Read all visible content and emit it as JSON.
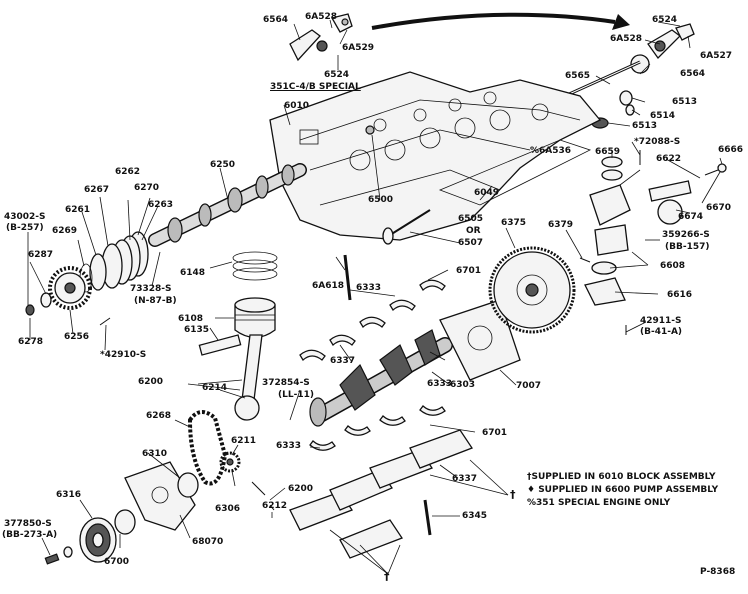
{
  "figure_id": "P-8368",
  "labels": [
    {
      "id": "l6564a",
      "text": "6564"
    },
    {
      "id": "l6A528a",
      "text": "6A528"
    },
    {
      "id": "l6A529",
      "text": "6A529"
    },
    {
      "id": "l6524a",
      "text": "6524"
    },
    {
      "id": "l351c",
      "text": "351C-4/B SPECIAL"
    },
    {
      "id": "l6524b",
      "text": "6524"
    },
    {
      "id": "l6A528b",
      "text": "6A528"
    },
    {
      "id": "l6A527",
      "text": "6A527"
    },
    {
      "id": "l6565",
      "text": "6565"
    },
    {
      "id": "l6564b",
      "text": "6564"
    },
    {
      "id": "l6513a",
      "text": "6513"
    },
    {
      "id": "l6514",
      "text": "6514"
    },
    {
      "id": "l6513b",
      "text": "6513"
    },
    {
      "id": "l6010",
      "text": "6010"
    },
    {
      "id": "l6A536",
      "text": "%6A536"
    },
    {
      "id": "l72088",
      "text": "*72088-S"
    },
    {
      "id": "l6659",
      "text": "6659"
    },
    {
      "id": "l6622",
      "text": "6622"
    },
    {
      "id": "l6666",
      "text": "6666"
    },
    {
      "id": "l6250",
      "text": "6250"
    },
    {
      "id": "l6262",
      "text": "6262"
    },
    {
      "id": "l6267",
      "text": "6267"
    },
    {
      "id": "l6270",
      "text": "6270"
    },
    {
      "id": "l6261",
      "text": "6261"
    },
    {
      "id": "l6263",
      "text": "6263"
    },
    {
      "id": "l43002",
      "text": "43002-S"
    },
    {
      "id": "lB257",
      "text": "(B-257)"
    },
    {
      "id": "l6269",
      "text": "6269"
    },
    {
      "id": "l6500",
      "text": "6500"
    },
    {
      "id": "l6049",
      "text": "6049"
    },
    {
      "id": "l6674",
      "text": "6674"
    },
    {
      "id": "l6670",
      "text": "6670"
    },
    {
      "id": "l6505",
      "text": "6505"
    },
    {
      "id": "lOR",
      "text": "OR"
    },
    {
      "id": "l6507",
      "text": "6507"
    },
    {
      "id": "l6375",
      "text": "6375"
    },
    {
      "id": "l6379",
      "text": "6379"
    },
    {
      "id": "l359266",
      "text": "359266-S"
    },
    {
      "id": "lBB157",
      "text": "(BB-157)"
    },
    {
      "id": "l6287",
      "text": "6287"
    },
    {
      "id": "l6148",
      "text": "6148"
    },
    {
      "id": "l73328",
      "text": "73328-S"
    },
    {
      "id": "lN87B",
      "text": "(N-87-B)"
    },
    {
      "id": "l6A618",
      "text": "6A618"
    },
    {
      "id": "l6333a",
      "text": "6333"
    },
    {
      "id": "l6701a",
      "text": "6701"
    },
    {
      "id": "l6608",
      "text": "6608"
    },
    {
      "id": "l6616",
      "text": "6616"
    },
    {
      "id": "l6278",
      "text": "6278"
    },
    {
      "id": "l6256",
      "text": "6256"
    },
    {
      "id": "l42910",
      "text": "*42910-S"
    },
    {
      "id": "l6108",
      "text": "6108"
    },
    {
      "id": "l6135",
      "text": "6135"
    },
    {
      "id": "l6337a",
      "text": "6337"
    },
    {
      "id": "l42911",
      "text": "42911-S"
    },
    {
      "id": "lB41A",
      "text": "(B-41-A)"
    },
    {
      "id": "l6200a",
      "text": "6200"
    },
    {
      "id": "l6214",
      "text": "6214"
    },
    {
      "id": "l372854",
      "text": "372854-S"
    },
    {
      "id": "lLL11",
      "text": "(LL-11)"
    },
    {
      "id": "l6303",
      "text": "6303"
    },
    {
      "id": "l6333b",
      "text": "6333"
    },
    {
      "id": "l7007",
      "text": "7007"
    },
    {
      "id": "l6268",
      "text": "6268"
    },
    {
      "id": "l6211",
      "text": "6211"
    },
    {
      "id": "l6333c",
      "text": "6333"
    },
    {
      "id": "l6701b",
      "text": "6701"
    },
    {
      "id": "l6310",
      "text": "6310"
    },
    {
      "id": "l6316",
      "text": "6316"
    },
    {
      "id": "l6306",
      "text": "6306"
    },
    {
      "id": "l6200b",
      "text": "6200"
    },
    {
      "id": "l6212",
      "text": "6212"
    },
    {
      "id": "l6337b",
      "text": "6337"
    },
    {
      "id": "ldag",
      "text": "†"
    },
    {
      "id": "l377850",
      "text": "377850-S"
    },
    {
      "id": "lBB273",
      "text": "(BB-273-A)"
    },
    {
      "id": "l6700",
      "text": "6700"
    },
    {
      "id": "l68070",
      "text": "68070"
    },
    {
      "id": "l6345",
      "text": "6345"
    },
    {
      "id": "ldag2",
      "text": "†"
    }
  ],
  "notes": [
    "†SUPPLIED IN 6010 BLOCK ASSEMBLY",
    "♦ SUPPLIED IN 6600 PUMP ASSEMBLY",
    "%351 SPECIAL ENGINE ONLY"
  ]
}
